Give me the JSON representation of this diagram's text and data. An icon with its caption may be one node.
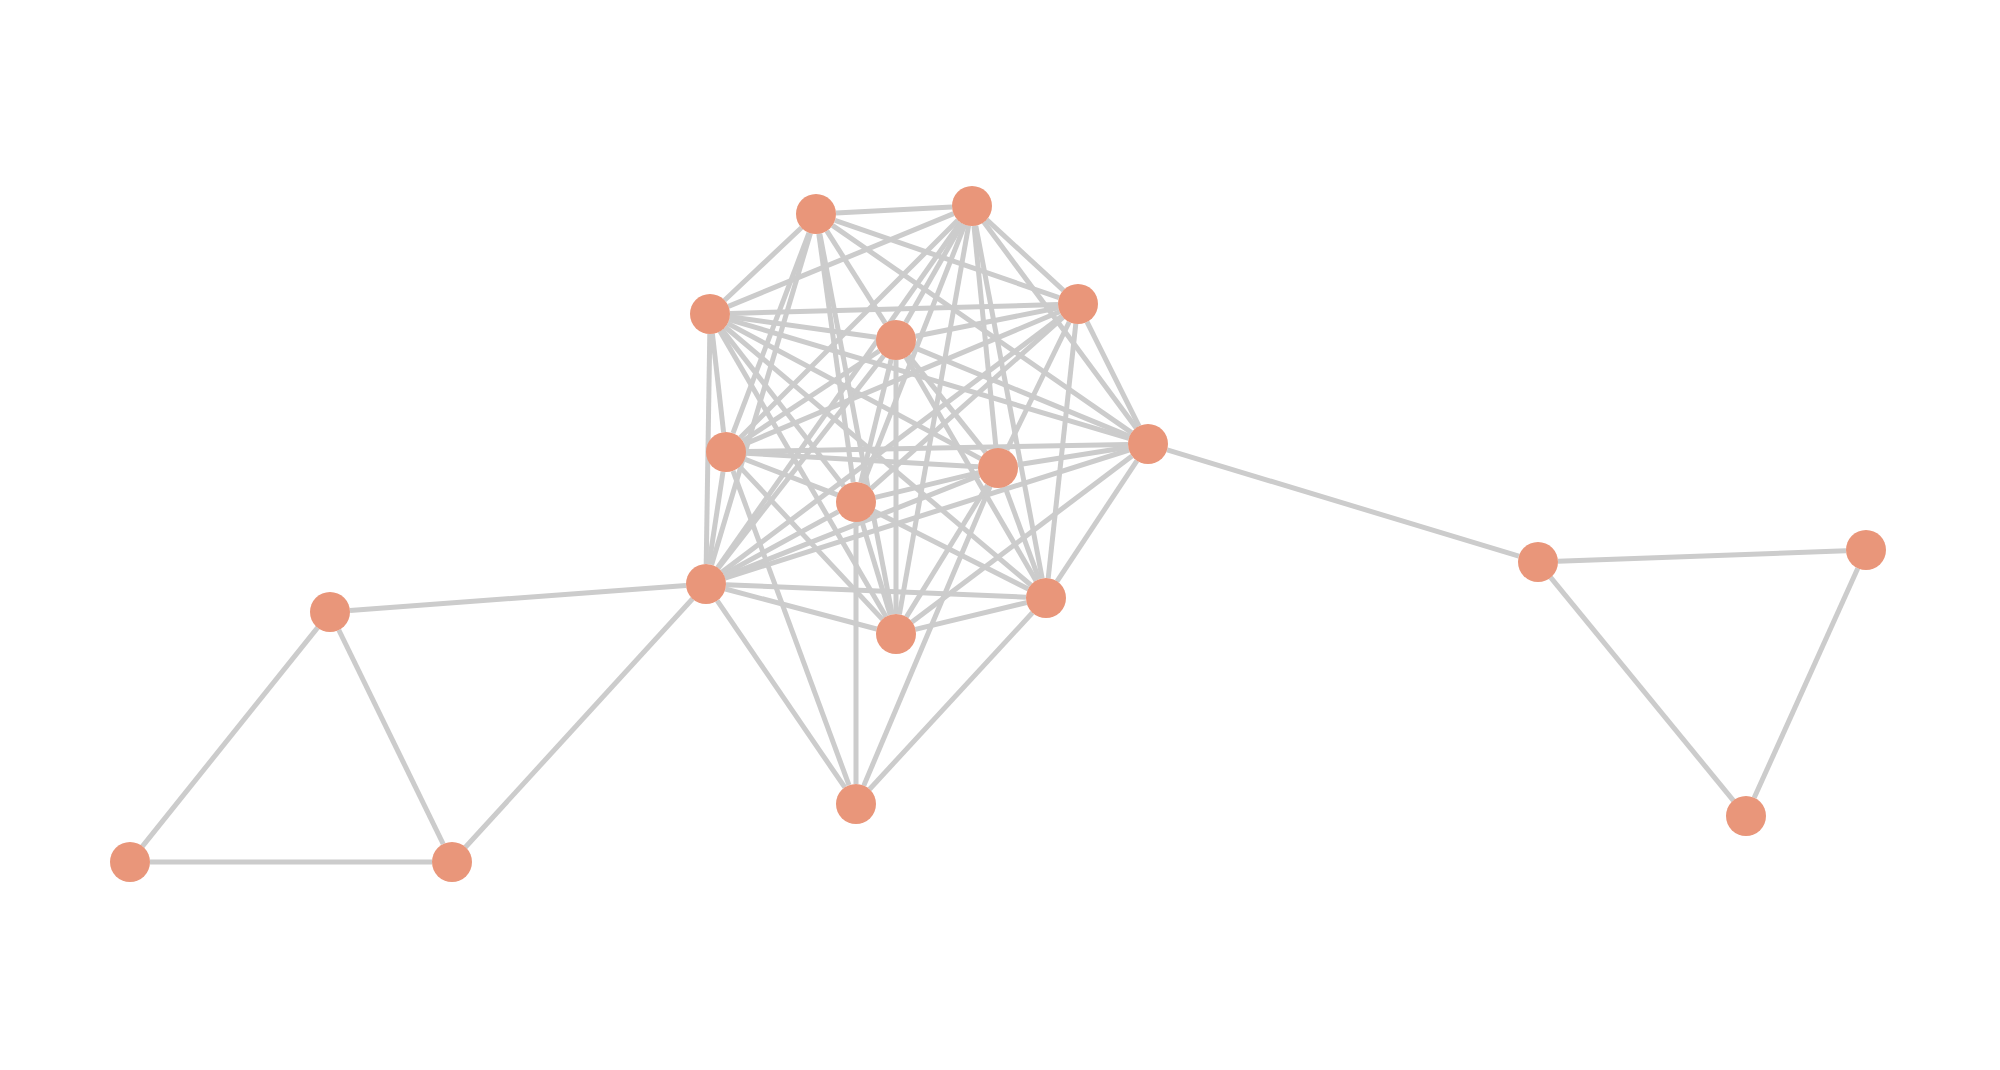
{
  "diagram": {
    "nodes": [
      {
        "text": [],
        "shape": "circle"
      },
      {
        "text": [],
        "shape": "circle"
      },
      {
        "text": [],
        "shape": "circle"
      },
      {
        "text": [],
        "shape": "circle"
      },
      {
        "text": [],
        "shape": "circle"
      },
      {
        "text": [],
        "shape": "circle"
      },
      {
        "text": [],
        "shape": "circle"
      },
      {
        "text": [],
        "shape": "circle"
      },
      {
        "text": [],
        "shape": "circle"
      },
      {
        "text": [],
        "shape": "circle"
      },
      {
        "text": [],
        "shape": "circle"
      },
      {
        "text": [],
        "shape": "circle"
      },
      {
        "text": [],
        "shape": "circle"
      },
      {
        "text": [],
        "shape": "circle"
      },
      {
        "text": [],
        "shape": "circle"
      },
      {
        "text": [],
        "shape": "circle"
      },
      {
        "text": [],
        "shape": "circle"
      },
      {
        "text": [],
        "shape": "circle"
      },
      {
        "text": [],
        "shape": "circle"
      }
    ],
    "edges": [
      {
        "from": 0,
        "to": 1,
        "arrow": "none"
      },
      {
        "from": 0,
        "to": 2,
        "arrow": "none"
      },
      {
        "from": 1,
        "to": 2,
        "arrow": "none"
      },
      {
        "from": 1,
        "to": 3,
        "arrow": "none"
      },
      {
        "from": 2,
        "to": 3,
        "arrow": "none"
      },
      {
        "from": 3,
        "to": 4,
        "arrow": "none"
      },
      {
        "from": 3,
        "to": 5,
        "arrow": "none"
      },
      {
        "from": 3,
        "to": 6,
        "arrow": "none"
      },
      {
        "from": 3,
        "to": 7,
        "arrow": "none"
      },
      {
        "from": 3,
        "to": 9,
        "arrow": "none"
      },
      {
        "from": 3,
        "to": 10,
        "arrow": "none"
      },
      {
        "from": 3,
        "to": 11,
        "arrow": "none"
      },
      {
        "from": 3,
        "to": 12,
        "arrow": "none"
      },
      {
        "from": 3,
        "to": 13,
        "arrow": "none"
      },
      {
        "from": 3,
        "to": 14,
        "arrow": "none"
      },
      {
        "from": 3,
        "to": 15,
        "arrow": "none"
      },
      {
        "from": 4,
        "to": 5,
        "arrow": "none"
      },
      {
        "from": 4,
        "to": 6,
        "arrow": "none"
      },
      {
        "from": 4,
        "to": 7,
        "arrow": "none"
      },
      {
        "from": 4,
        "to": 9,
        "arrow": "none"
      },
      {
        "from": 4,
        "to": 10,
        "arrow": "none"
      },
      {
        "from": 4,
        "to": 11,
        "arrow": "none"
      },
      {
        "from": 4,
        "to": 12,
        "arrow": "none"
      },
      {
        "from": 4,
        "to": 13,
        "arrow": "none"
      },
      {
        "from": 4,
        "to": 14,
        "arrow": "none"
      },
      {
        "from": 4,
        "to": 15,
        "arrow": "none"
      },
      {
        "from": 5,
        "to": 6,
        "arrow": "none"
      },
      {
        "from": 5,
        "to": 7,
        "arrow": "none"
      },
      {
        "from": 5,
        "to": 9,
        "arrow": "none"
      },
      {
        "from": 5,
        "to": 10,
        "arrow": "none"
      },
      {
        "from": 5,
        "to": 11,
        "arrow": "none"
      },
      {
        "from": 5,
        "to": 12,
        "arrow": "none"
      },
      {
        "from": 5,
        "to": 14,
        "arrow": "none"
      },
      {
        "from": 5,
        "to": 15,
        "arrow": "none"
      },
      {
        "from": 6,
        "to": 7,
        "arrow": "none"
      },
      {
        "from": 6,
        "to": 9,
        "arrow": "none"
      },
      {
        "from": 6,
        "to": 10,
        "arrow": "none"
      },
      {
        "from": 6,
        "to": 11,
        "arrow": "none"
      },
      {
        "from": 6,
        "to": 14,
        "arrow": "none"
      },
      {
        "from": 6,
        "to": 15,
        "arrow": "none"
      },
      {
        "from": 7,
        "to": 9,
        "arrow": "none"
      },
      {
        "from": 7,
        "to": 10,
        "arrow": "none"
      },
      {
        "from": 7,
        "to": 11,
        "arrow": "none"
      },
      {
        "from": 7,
        "to": 12,
        "arrow": "none"
      },
      {
        "from": 7,
        "to": 13,
        "arrow": "none"
      },
      {
        "from": 7,
        "to": 14,
        "arrow": "none"
      },
      {
        "from": 8,
        "to": 3,
        "arrow": "none"
      },
      {
        "from": 8,
        "to": 5,
        "arrow": "none"
      },
      {
        "from": 8,
        "to": 7,
        "arrow": "none"
      },
      {
        "from": 8,
        "to": 12,
        "arrow": "none"
      },
      {
        "from": 8,
        "to": 13,
        "arrow": "none"
      },
      {
        "from": 9,
        "to": 10,
        "arrow": "none"
      },
      {
        "from": 9,
        "to": 11,
        "arrow": "none"
      },
      {
        "from": 9,
        "to": 12,
        "arrow": "none"
      },
      {
        "from": 9,
        "to": 13,
        "arrow": "none"
      },
      {
        "from": 9,
        "to": 14,
        "arrow": "none"
      },
      {
        "from": 9,
        "to": 15,
        "arrow": "none"
      },
      {
        "from": 10,
        "to": 11,
        "arrow": "none"
      },
      {
        "from": 10,
        "to": 12,
        "arrow": "none"
      },
      {
        "from": 10,
        "to": 13,
        "arrow": "none"
      },
      {
        "from": 10,
        "to": 15,
        "arrow": "none"
      },
      {
        "from": 11,
        "to": 12,
        "arrow": "none"
      },
      {
        "from": 11,
        "to": 13,
        "arrow": "none"
      },
      {
        "from": 11,
        "to": 14,
        "arrow": "none"
      },
      {
        "from": 11,
        "to": 15,
        "arrow": "none"
      },
      {
        "from": 12,
        "to": 13,
        "arrow": "none"
      },
      {
        "from": 12,
        "to": 14,
        "arrow": "none"
      },
      {
        "from": 12,
        "to": 15,
        "arrow": "none"
      },
      {
        "from": 13,
        "to": 14,
        "arrow": "none"
      },
      {
        "from": 13,
        "to": 15,
        "arrow": "none"
      },
      {
        "from": 14,
        "to": 15,
        "arrow": "none"
      },
      {
        "from": 15,
        "to": 16,
        "arrow": "none"
      },
      {
        "from": 16,
        "to": 17,
        "arrow": "none"
      },
      {
        "from": 16,
        "to": 18,
        "arrow": "none"
      },
      {
        "from": 17,
        "to": 18,
        "arrow": "none"
      }
    ]
  }
}
